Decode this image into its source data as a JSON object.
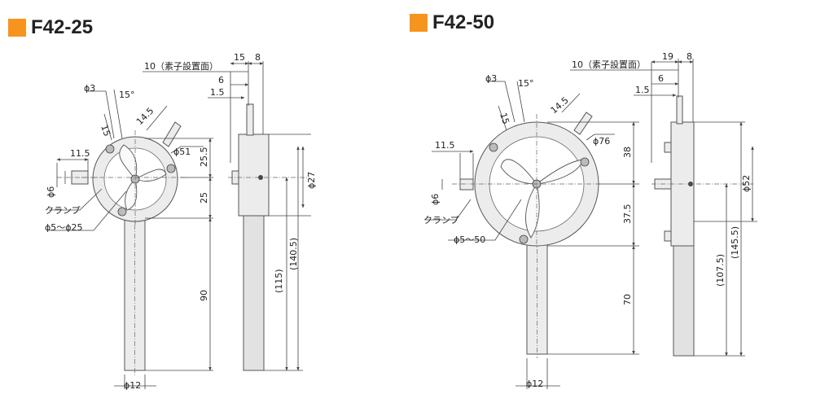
{
  "colors": {
    "accent": "#f7941d",
    "line": "#444444",
    "part_fill": "#ececec"
  },
  "left": {
    "title": "F42-25",
    "labels": {
      "phi3": "ϕ3",
      "deg15": "15°",
      "len15": "15",
      "len14_5": "14.5",
      "phi51": "ϕ51",
      "len11_5": "11.5",
      "phi6": "ϕ6",
      "clamp": "クランプ",
      "aperture": "ϕ5～ϕ25",
      "h25_5": "25.5",
      "h25": "25",
      "h90": "90",
      "phi12": "ϕ12",
      "mount": "10（素子設置面）",
      "w15": "15",
      "w8": "8",
      "w6": "6",
      "w1_5": "1.5",
      "phi27": "ϕ27",
      "h115": "(115)",
      "h140_5": "(140.5)"
    }
  },
  "right": {
    "title": "F42-50",
    "labels": {
      "phi3": "ϕ3",
      "deg15": "15°",
      "len15": "15",
      "len14_5": "14.5",
      "phi76": "ϕ76",
      "len11_5": "11.5",
      "phi6": "ϕ6",
      "clamp": "クランプ",
      "aperture": "ϕ5～50",
      "h38": "38",
      "h37_5": "37.5",
      "h70": "70",
      "phi12": "ϕ12",
      "mount": "10（素子設置面）",
      "w19": "19",
      "w8": "8",
      "w6": "6",
      "w1_5": "1.5",
      "phi52": "ϕ52",
      "h107_5": "(107.5)",
      "h145_5": "(145.5)"
    }
  }
}
